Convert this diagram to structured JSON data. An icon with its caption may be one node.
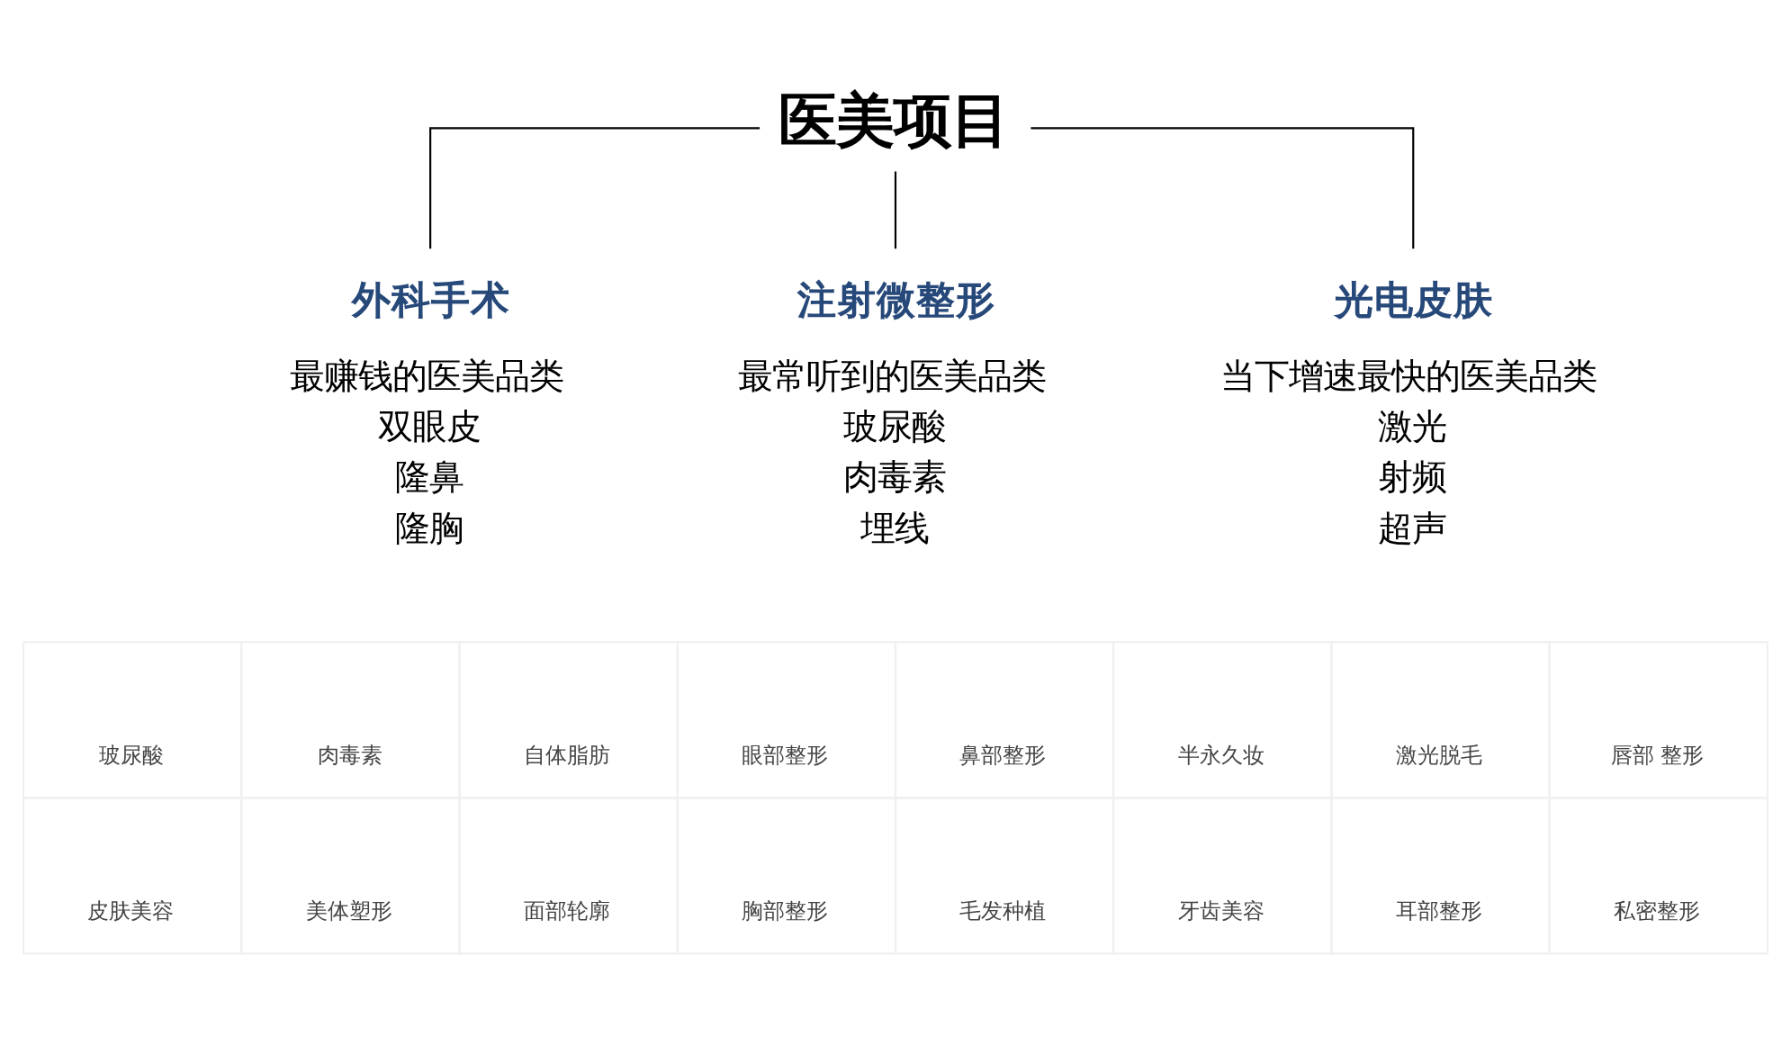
{
  "diagram": {
    "nodes": [
      {
        "text": [
          "医美项目"
        ]
      },
      {
        "text": [
          "外科手术",
          "最赚钱的医美品类",
          "双眼皮",
          "隆鼻",
          "隆胸"
        ]
      },
      {
        "text": [
          "注射微整形",
          "最常听到的医美品类",
          "玻尿酸",
          "肉毒素",
          "埋线"
        ]
      },
      {
        "text": [
          "光电皮肤",
          "当下增速最快的医美品类",
          "激光",
          "射频",
          "超声"
        ]
      }
    ],
    "edges": [
      {
        "from": 0,
        "to": 1,
        "arrow": "none"
      },
      {
        "from": 0,
        "to": 2,
        "arrow": "none"
      },
      {
        "from": 0,
        "to": 3,
        "arrow": "none"
      }
    ],
    "labels": [
      "玻尿酸",
      "肉毒素",
      "自体脂肪",
      "眼部整形",
      "鼻部整形",
      "半永久妆",
      "激光脱毛",
      "唇部 整形",
      "皮肤美容",
      "美体塑形",
      "面部轮廓",
      "胸部整形",
      "毛发种植",
      "牙齿美容",
      "耳部整形",
      "私密整形"
    ]
  }
}
